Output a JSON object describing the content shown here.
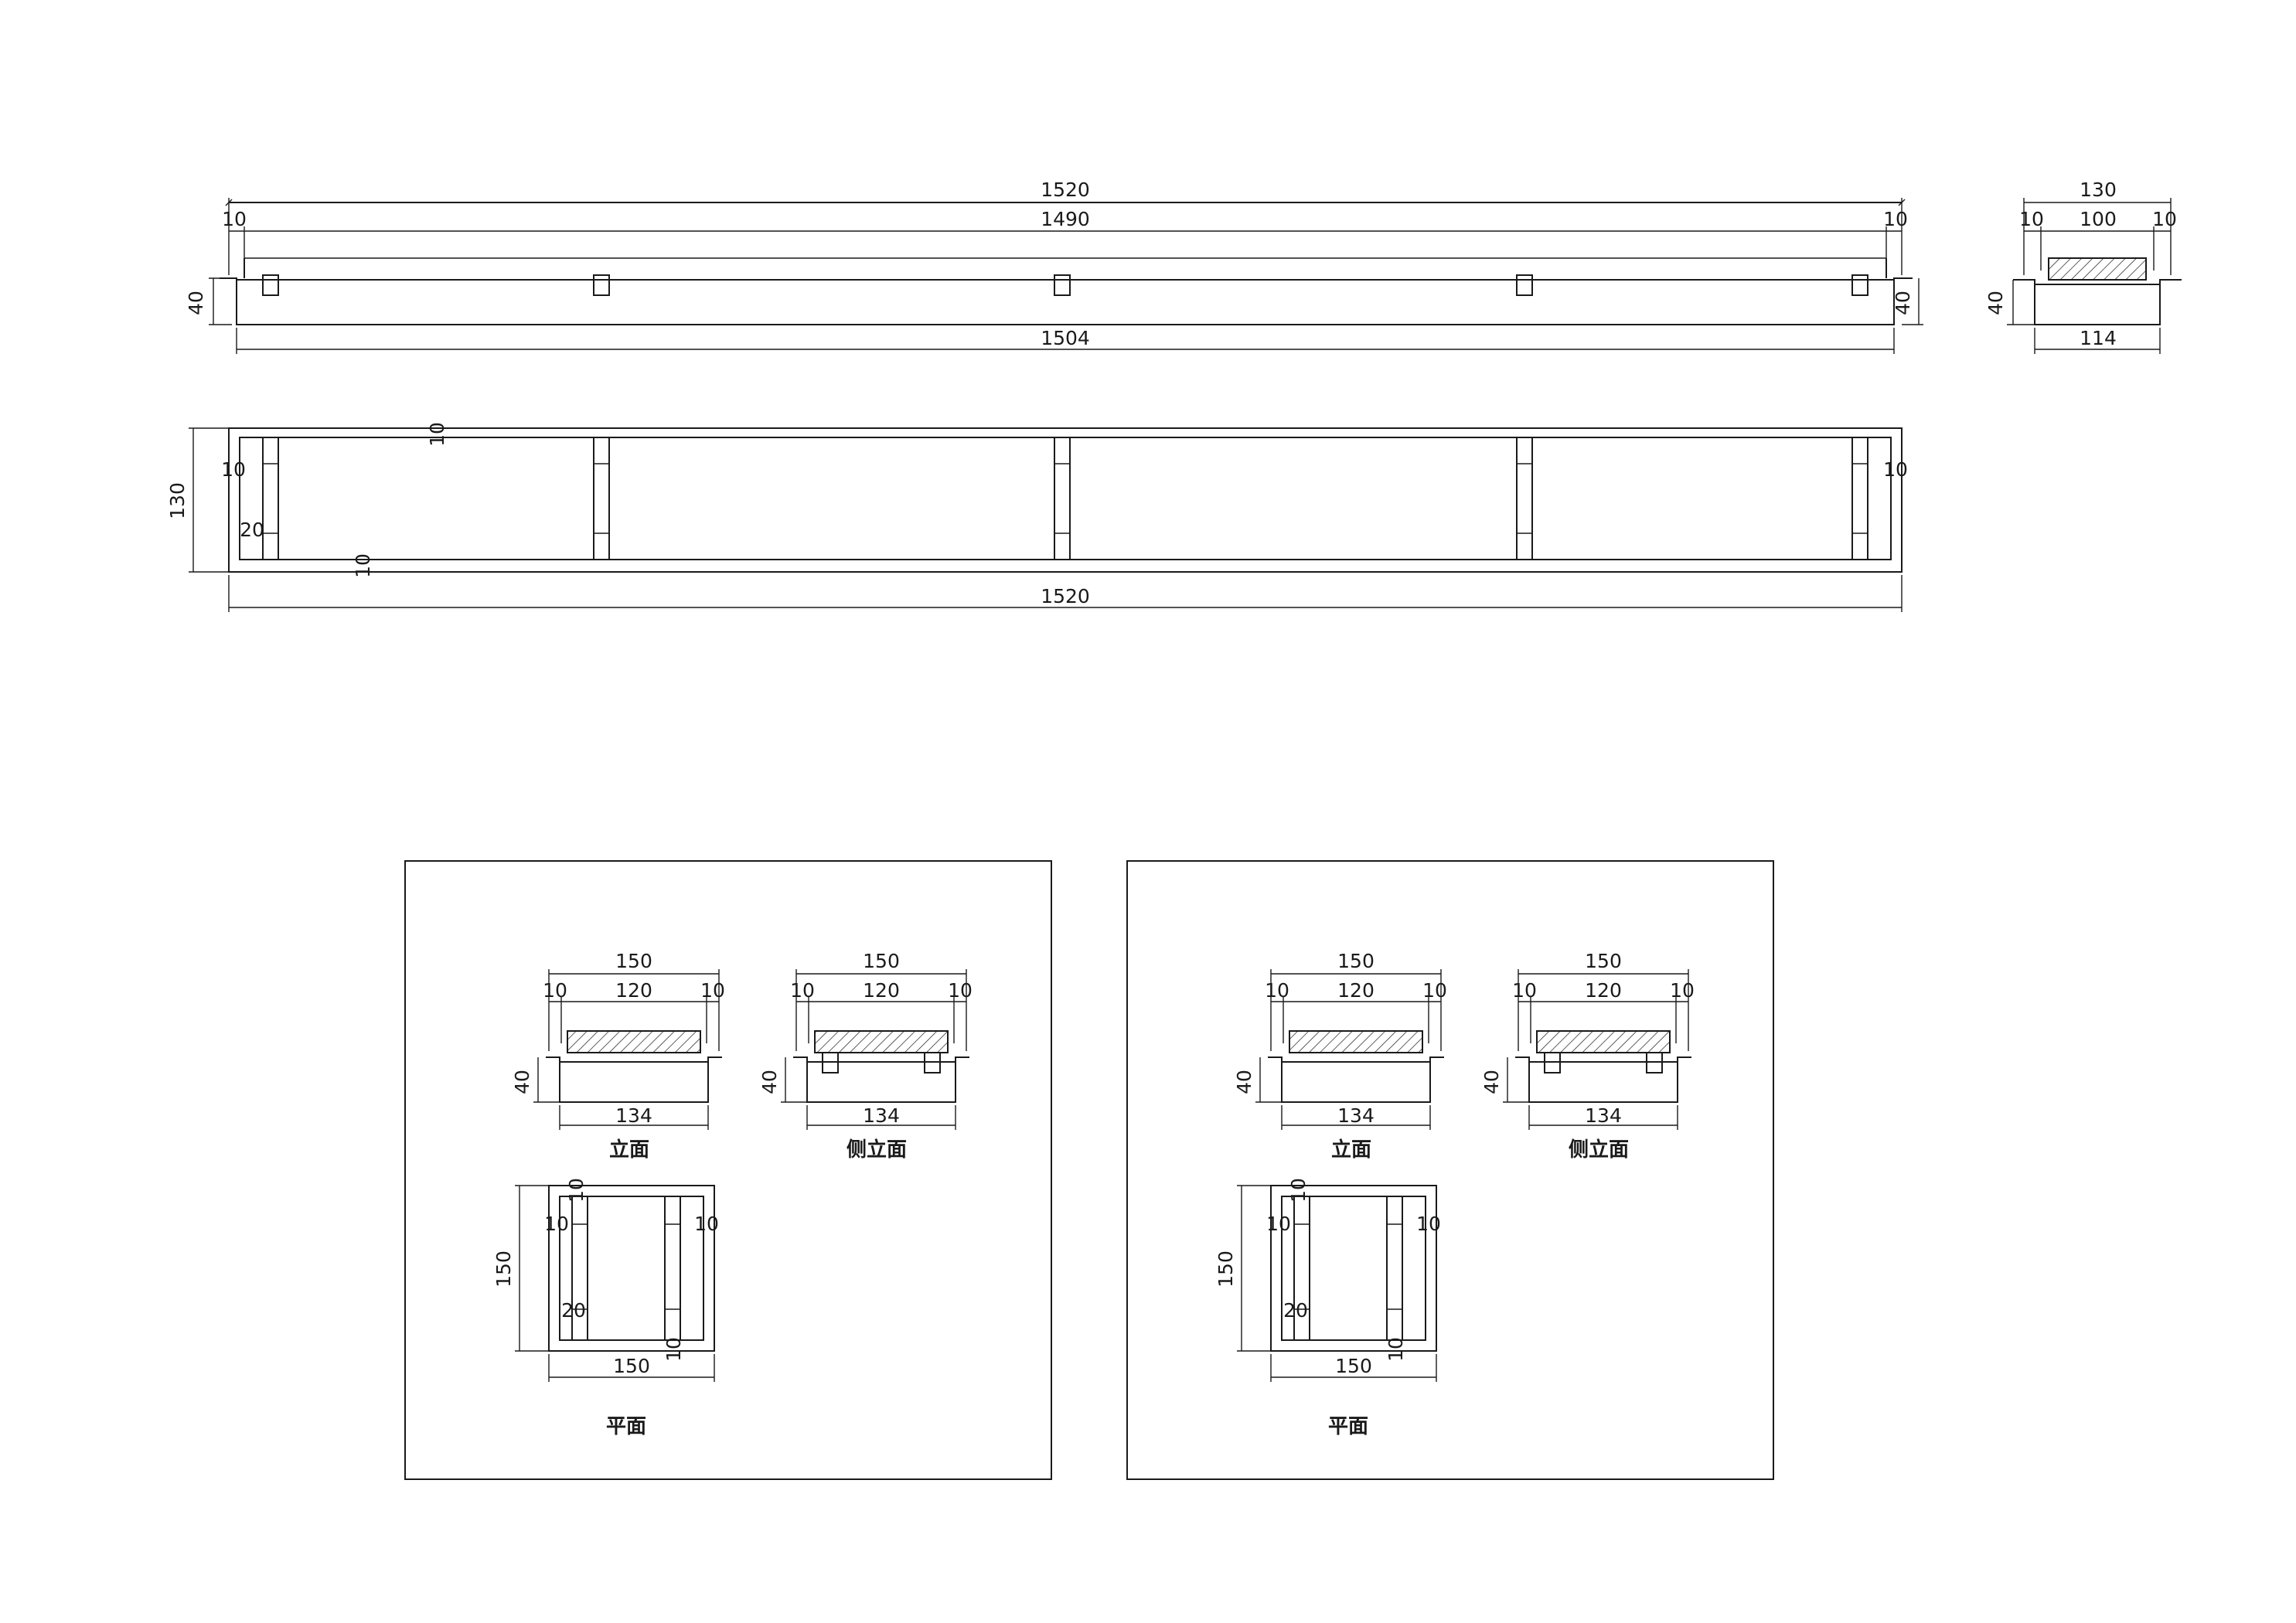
{
  "drawing": {
    "front_elevation": {
      "dims": {
        "overall": "1520",
        "inner": "1490",
        "left_lip": "10",
        "right_lip": "10",
        "height_left": "40",
        "height_right": "40",
        "bottom": "1504"
      }
    },
    "end_elevation": {
      "dims": {
        "overall": "130",
        "inner": "100",
        "left_lip": "10",
        "right_lip": "10",
        "height": "40",
        "bottom": "114"
      }
    },
    "plan": {
      "dims": {
        "depth": "130",
        "top_gap": "10",
        "left_gap": "10",
        "right_gap": "10",
        "rail": "20",
        "bottom_gap": "10",
        "length": "1520"
      }
    },
    "sheets": [
      {
        "elevation": {
          "overall": "150",
          "inner": "120",
          "left_lip": "10",
          "right_lip": "10",
          "height": "40",
          "bottom": "134",
          "caption": "立面"
        },
        "side_elevation": {
          "overall": "150",
          "inner": "120",
          "left_lip": "10",
          "right_lip": "10",
          "height": "40",
          "bottom": "134",
          "caption": "侧立面"
        },
        "plan": {
          "depth": "150",
          "top_gap": "10",
          "left_gap": "10",
          "right_gap": "10",
          "rail": "20",
          "bottom_gap": "10",
          "width": "150",
          "caption": "平面"
        }
      },
      {
        "elevation": {
          "overall": "150",
          "inner": "120",
          "left_lip": "10",
          "right_lip": "10",
          "height": "40",
          "bottom": "134",
          "caption": "立面"
        },
        "side_elevation": {
          "overall": "150",
          "inner": "120",
          "left_lip": "10",
          "right_lip": "10",
          "height": "40",
          "bottom": "134",
          "caption": "侧立面"
        },
        "plan": {
          "depth": "150",
          "top_gap": "10",
          "left_gap": "10",
          "right_gap": "10",
          "rail": "20",
          "bottom_gap": "10",
          "width": "150",
          "caption": "平面"
        }
      }
    ]
  }
}
